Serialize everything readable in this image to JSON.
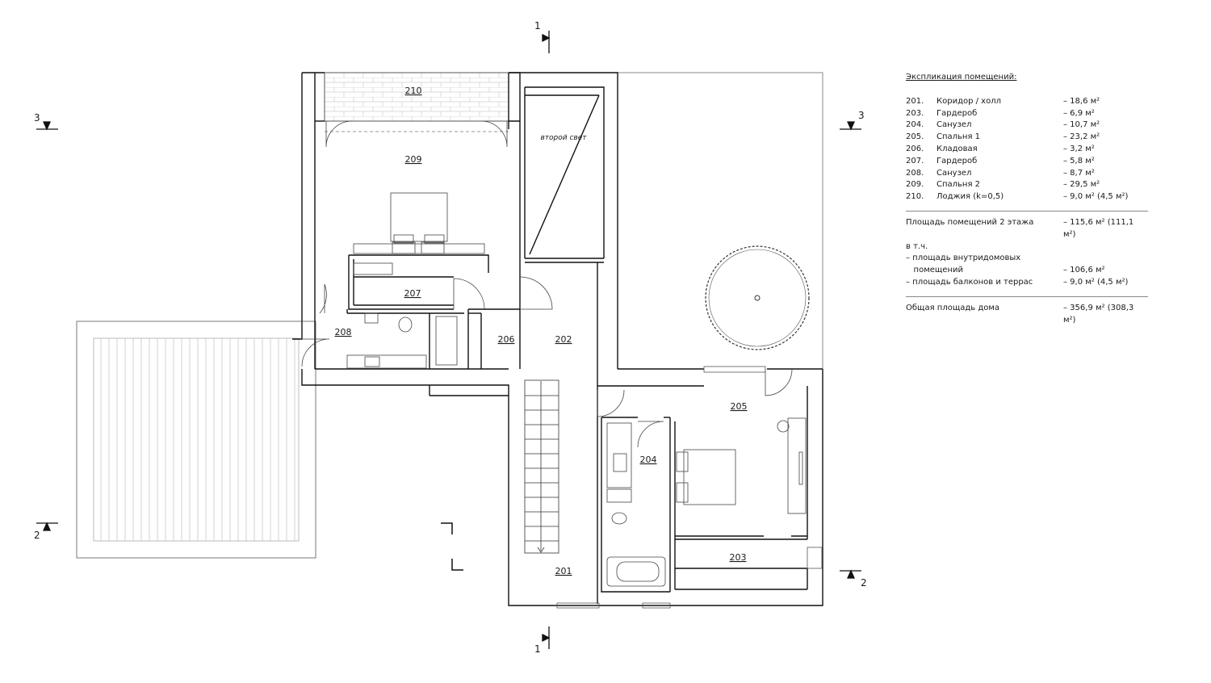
{
  "rooms": [
    {
      "id": "201",
      "number": "201",
      "name": "Коридор / холл",
      "area": "– 18,6 м²"
    },
    {
      "id": "202",
      "number": "202",
      "name": "",
      "area": ""
    },
    {
      "id": "203",
      "number": "203.",
      "name": "Гардероб",
      "area": "– 6,9 м²"
    },
    {
      "id": "204",
      "number": "204.",
      "name": "Санузел",
      "area": "– 10,7 м²"
    },
    {
      "id": "205",
      "number": "205.",
      "name": "Спальня 1",
      "area": "– 23,2 м²"
    },
    {
      "id": "206",
      "number": "206.",
      "name": "Кладовая",
      "area": "– 3,2 м²"
    },
    {
      "id": "207",
      "number": "207.",
      "name": "Гардероб",
      "area": "– 5,8 м²"
    },
    {
      "id": "208",
      "number": "208.",
      "name": "Санузел",
      "area": "– 8,7 м²"
    },
    {
      "id": "209",
      "number": "209.",
      "name": "Спальня 2",
      "area": "– 29,5 м²"
    },
    {
      "id": "210",
      "number": "210.",
      "name": "Лоджия (k=0,5)",
      "area": "– 9,0 м² (4,5 м²)"
    }
  ],
  "plan_labels": {
    "r201": "201",
    "r202": "202",
    "r203": "203",
    "r204": "204",
    "r205": "205",
    "r206": "206",
    "r207": "207",
    "r208": "208",
    "r209": "209",
    "r210": "210",
    "double_height": "второй свет"
  },
  "section_marks": {
    "s1": "1",
    "s2": "2",
    "s3": "3"
  },
  "legend": {
    "title": "Экспликация помещений:",
    "first_number": "201.",
    "totals": [
      {
        "label": "Площадь помещений 2 этажа",
        "value": "– 115,6 м² (111,1 м²)"
      },
      {
        "label": "в т.ч.",
        "value": ""
      },
      {
        "label": "– площадь внутридомовых",
        "value": ""
      },
      {
        "label": "   помещений",
        "value": "– 106,6 м²"
      },
      {
        "label": "– площадь балконов и террас",
        "value": "– 9,0 м² (4,5 м²)"
      }
    ],
    "grand_total": {
      "label": "Общая площадь дома",
      "value": "– 356,9 м² (308,3 м²)"
    }
  }
}
